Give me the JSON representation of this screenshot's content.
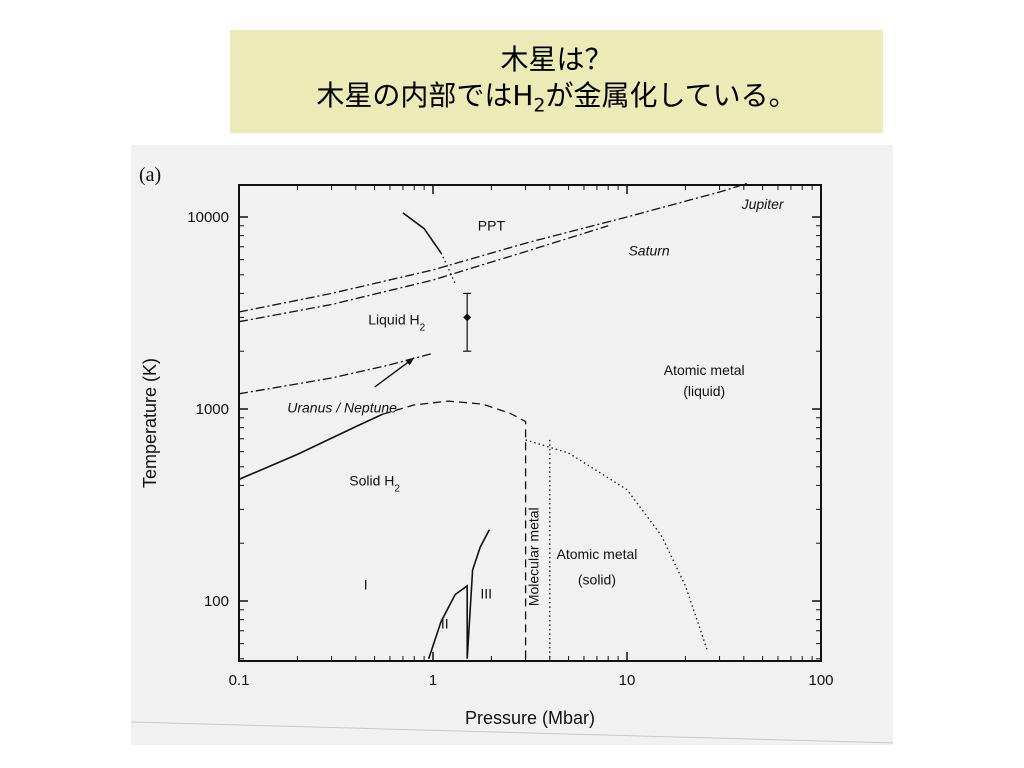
{
  "slide": {
    "title_line1": "木星は？",
    "title_line2_pre": "木星の内部ではH",
    "title_line2_sub": "2",
    "title_line2_post": "が金属化している。"
  },
  "chart_data": {
    "type": "line",
    "panel_label": "(a)",
    "xlabel": "Pressure (Mbar)",
    "ylabel": "Temperature (K)",
    "xscale": "log",
    "yscale": "log",
    "xlim": [
      0.1,
      100
    ],
    "ylim": [
      50,
      15000
    ],
    "xticks": [
      "0.1",
      "1",
      "10",
      "100"
    ],
    "yticks": [
      "100",
      "1000",
      "10000"
    ],
    "grid": false,
    "series": [
      {
        "name": "Jupiter",
        "style": "dash-dot",
        "x": [
          0.1,
          0.3,
          1,
          3,
          10,
          30,
          42
        ],
        "y": [
          3200,
          4000,
          5300,
          7300,
          10000,
          13500,
          15000
        ]
      },
      {
        "name": "Saturn",
        "style": "dash-dot",
        "x": [
          0.1,
          0.3,
          1,
          3,
          8
        ],
        "y": [
          2850,
          3500,
          4700,
          6600,
          9000
        ]
      },
      {
        "name": "Uranus / Neptune",
        "style": "dash-dot",
        "x": [
          0.1,
          0.3,
          0.6,
          1
        ],
        "y": [
          1200,
          1450,
          1700,
          1950
        ]
      },
      {
        "style": "solid",
        "x": [
          0.1,
          0.2,
          0.4,
          0.55
        ],
        "y": [
          430,
          580,
          810,
          940
        ]
      },
      {
        "style": "dashed",
        "x": [
          0.55,
          0.8,
          1.2,
          1.8,
          2.5,
          3.0,
          3.0
        ],
        "y": [
          940,
          1050,
          1100,
          1060,
          950,
          860,
          50
        ]
      },
      {
        "style": "dotted",
        "x": [
          3.0,
          5,
          10,
          15,
          20,
          26
        ],
        "y": [
          690,
          590,
          380,
          220,
          120,
          55
        ]
      },
      {
        "style": "dotted",
        "x": [
          4.0,
          4.0
        ],
        "y": [
          690,
          50
        ]
      },
      {
        "style": "solid",
        "x": [
          0.95,
          1.1,
          1.3,
          1.5,
          1.5,
          1.6,
          1.75,
          1.95
        ],
        "y": [
          50,
          78,
          108,
          120,
          50,
          145,
          190,
          235
        ]
      },
      {
        "style": "solid",
        "x": [
          0.7,
          0.9,
          1.1
        ],
        "y": [
          10500,
          8700,
          6500
        ]
      },
      {
        "style": "dotted",
        "x": [
          1.1,
          1.2,
          1.3
        ],
        "y": [
          6500,
          5400,
          4500
        ]
      }
    ],
    "error_point": {
      "x": 1.5,
      "y": 3000,
      "ymin": 2000,
      "ymax": 4000
    },
    "arrow": {
      "from": [
        0.5,
        1300
      ],
      "to": [
        0.8,
        1850
      ]
    },
    "annotations": [
      {
        "text": "PPT",
        "x": 2.0,
        "y": 8500,
        "italic": false
      },
      {
        "text": "Jupiter",
        "x": 50,
        "y": 11000,
        "italic": true
      },
      {
        "text": "Saturn",
        "x": 13,
        "y": 6300,
        "italic": true
      },
      {
        "text": "Liquid H",
        "sub": "2",
        "x": 0.65,
        "y": 2750,
        "italic": false
      },
      {
        "text": "Uranus / Neptune",
        "x": 0.34,
        "y": 960,
        "italic": true
      },
      {
        "text": "Atomic metal",
        "x": 25,
        "y": 1500,
        "italic": false
      },
      {
        "text": "(liquid)",
        "x": 25,
        "y": 1170,
        "italic": false
      },
      {
        "text": "Solid H",
        "sub": "2",
        "x": 0.5,
        "y": 400,
        "italic": false
      },
      {
        "text": "I",
        "x": 0.45,
        "y": 115,
        "italic": false
      },
      {
        "text": "II",
        "x": 1.15,
        "y": 72,
        "italic": false
      },
      {
        "text": "III",
        "x": 1.88,
        "y": 103,
        "italic": false
      },
      {
        "text": "Molecular metal",
        "x": 3.5,
        "y": 170,
        "italic": false,
        "rotate": -90
      },
      {
        "text": "Atomic metal",
        "x": 7.0,
        "y": 165,
        "italic": false
      },
      {
        "text": "(solid)",
        "x": 7.0,
        "y": 122,
        "italic": false
      }
    ]
  }
}
